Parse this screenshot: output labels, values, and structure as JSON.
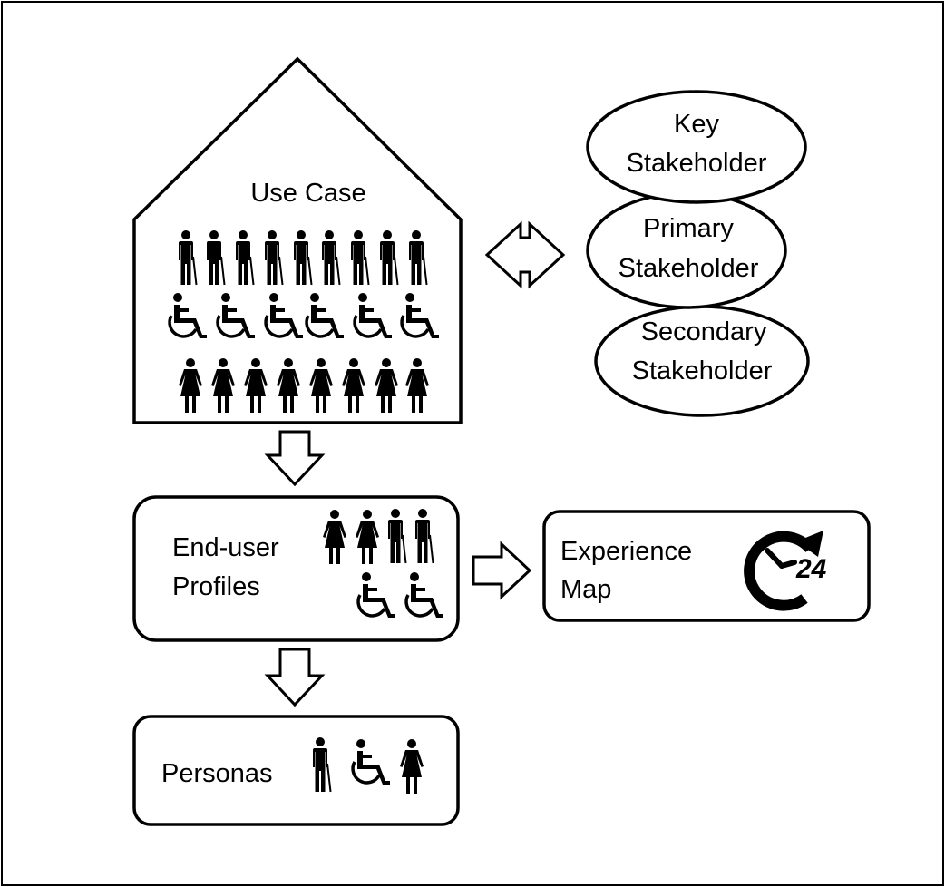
{
  "use_case": {
    "label": "Use Case"
  },
  "stakeholders": [
    {
      "line1": "Key",
      "line2": "Stakeholder"
    },
    {
      "line1": "Primary",
      "line2": "Stakeholder"
    },
    {
      "line1": "Secondary",
      "line2": "Stakeholder"
    }
  ],
  "end_user_profiles": {
    "line1": "End-user",
    "line2": "Profiles"
  },
  "experience_map": {
    "line1": "Experience",
    "line2": "Map",
    "clock_badge": "24"
  },
  "personas": {
    "label": "Personas"
  },
  "icons": {
    "man": "man-with-cane-icon",
    "wheelchair": "wheelchair-user-icon",
    "woman": "woman-icon",
    "clock": "clock-24h-icon"
  },
  "colors": {
    "stroke": "#000000",
    "background": "#ffffff"
  }
}
